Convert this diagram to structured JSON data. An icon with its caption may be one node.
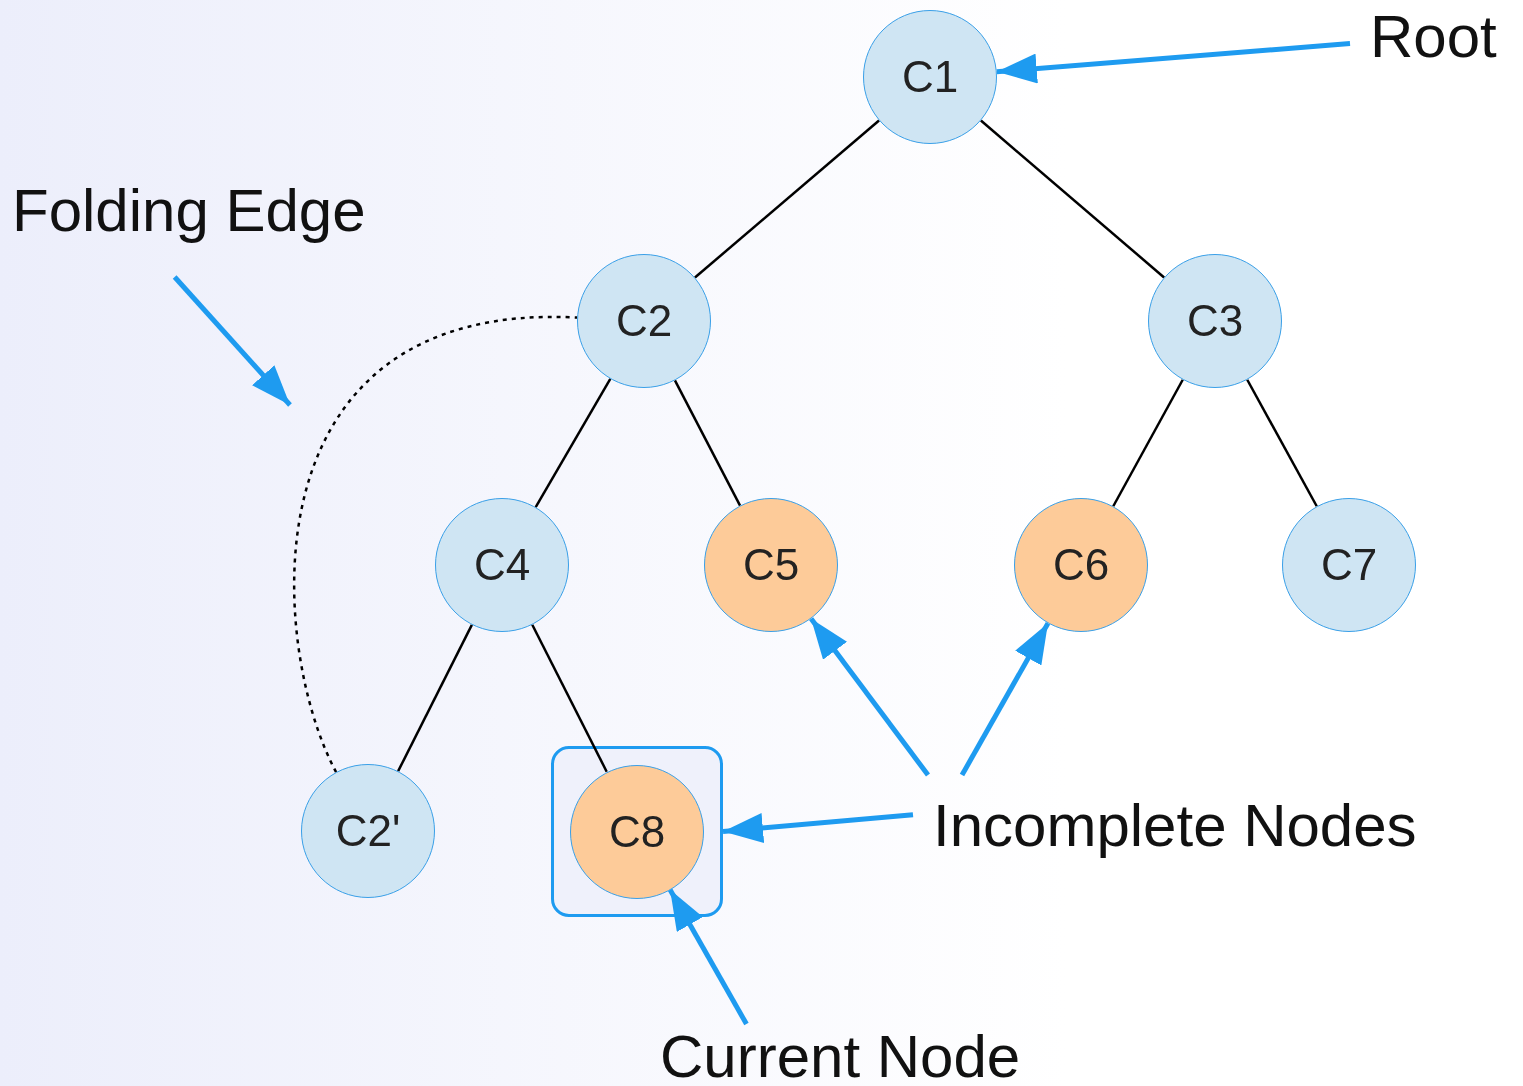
{
  "diagram": {
    "nodes": [
      {
        "text": [
          "Root"
        ]
      },
      {
        "text": [
          "C1"
        ]
      },
      {
        "text": [
          "Folding Edge"
        ]
      },
      {
        "text": [
          "C2"
        ]
      },
      {
        "text": [
          "C3"
        ]
      },
      {
        "text": [
          "C4"
        ]
      },
      {
        "text": [
          "C5"
        ]
      },
      {
        "text": [
          "C6"
        ]
      },
      {
        "text": [
          "C7"
        ]
      },
      {
        "text": [
          "C2'"
        ]
      },
      {
        "text": [],
        "shape": "box"
      },
      {
        "text": [
          "C8"
        ],
        "in": 10
      },
      {
        "text": [
          "Incomplete Nodes"
        ]
      },
      {
        "text": [
          "Current Node"
        ]
      }
    ],
    "edges": [
      {
        "from": 1,
        "to": 3,
        "arrow": "none"
      },
      {
        "from": 1,
        "to": 4,
        "arrow": "none"
      },
      {
        "from": 3,
        "to": 5,
        "arrow": "none"
      },
      {
        "from": 3,
        "to": 6,
        "arrow": "none"
      },
      {
        "from": 4,
        "to": 7,
        "arrow": "none"
      },
      {
        "from": 4,
        "to": 8,
        "arrow": "none"
      },
      {
        "from": 5,
        "to": 9,
        "arrow": "none"
      },
      {
        "from": 5,
        "to": 11,
        "arrow": "none"
      },
      {
        "from": 9,
        "to": 3,
        "arrow": "none",
        "style": "dashed"
      },
      {
        "from": 0,
        "to": 1,
        "arrow": "to",
        "style": "thick",
        "color": "#1e9bf0"
      },
      {
        "from": 2,
        "to": null,
        "arrow": "to",
        "style": "thick",
        "color": "#1e9bf0"
      },
      {
        "from": 12,
        "to": 6,
        "arrow": "to",
        "style": "thick",
        "color": "#1e9bf0"
      },
      {
        "from": 12,
        "to": 7,
        "arrow": "to",
        "style": "thick",
        "color": "#1e9bf0"
      },
      {
        "from": 12,
        "to": 10,
        "arrow": "to",
        "style": "thick",
        "color": "#1e9bf0"
      },
      {
        "from": 13,
        "to": 11,
        "arrow": "to",
        "style": "thick",
        "color": "#1e9bf0"
      }
    ]
  }
}
